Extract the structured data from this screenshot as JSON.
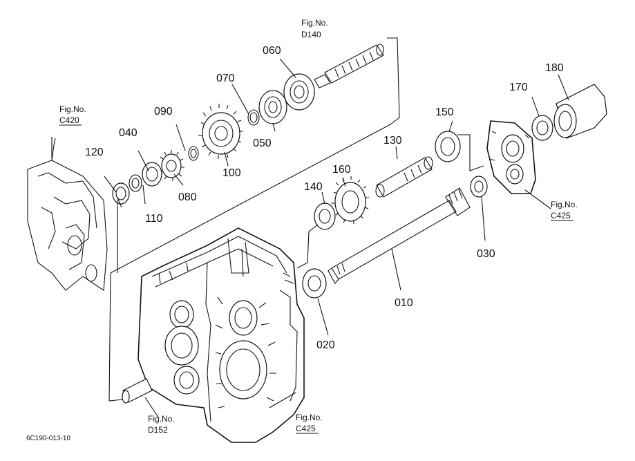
{
  "drawing_ref": "6C190-013-10",
  "part_numbers": {
    "p010": "010",
    "p020": "020",
    "p030": "030",
    "p040": "040",
    "p050": "050",
    "p060": "060",
    "p070": "070",
    "p080": "080",
    "p090": "090",
    "p100": "100",
    "p110": "110",
    "p120": "120",
    "p130": "130",
    "p140": "140",
    "p150": "150",
    "p160": "160",
    "p170": "170",
    "p180": "180"
  },
  "figure_refs": {
    "fig_label": "Fig.No.",
    "d140": "D140",
    "c420": "C420",
    "c425_right": "C425",
    "c425_bottom": "C425",
    "d152": "D152"
  }
}
